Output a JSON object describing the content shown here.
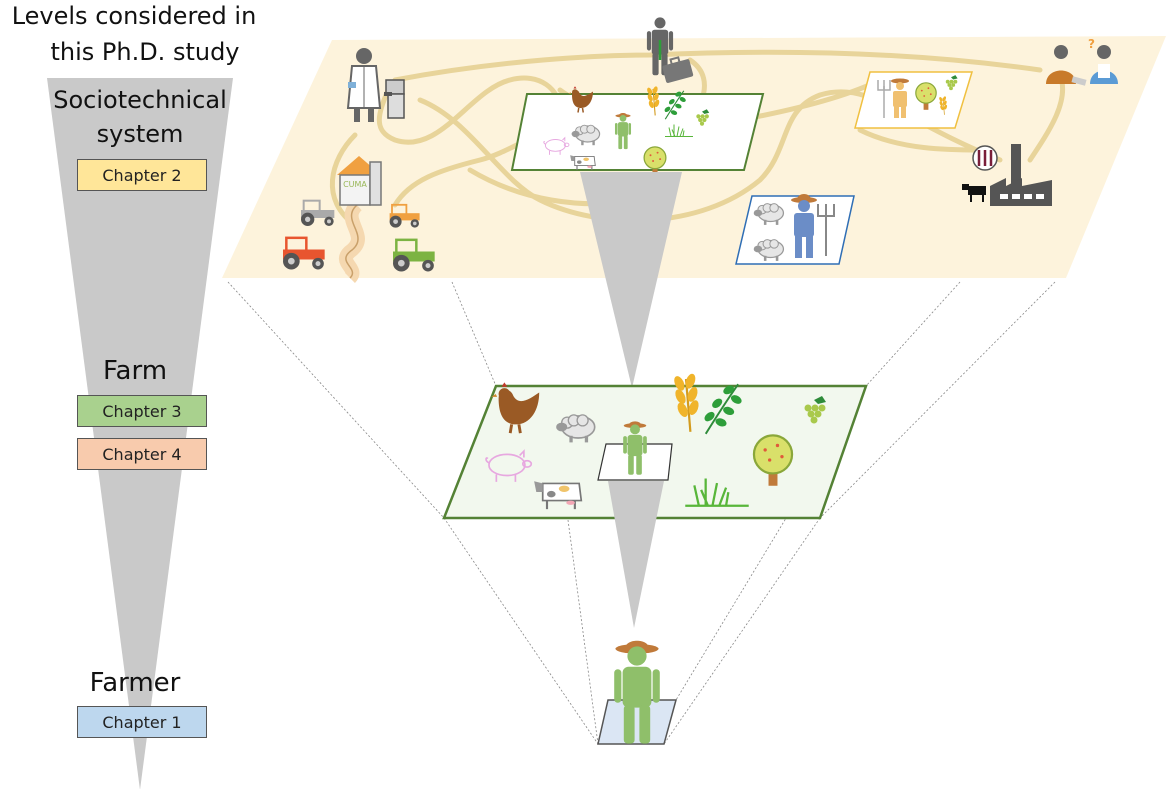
{
  "header": {
    "line1": "Levels considered in",
    "line2": "this Ph.D. study"
  },
  "levels": {
    "socio_line1": "Sociotechnical",
    "socio_line2": "system",
    "farm": "Farm",
    "farmer": "Farmer"
  },
  "chapters": {
    "ch2": "Chapter 2",
    "ch3": "Chapter 3",
    "ch4": "Chapter 4",
    "ch1": "Chapter 1"
  },
  "farm_building_label": "CUMA",
  "colors": {
    "chapter2": "#ffe699",
    "chapter3": "#a9d18e",
    "chapter4": "#f8cbad",
    "chapter1": "#bdd7ee",
    "funnel": "#c9c9c9",
    "socio_plane": "#fdf3dc",
    "road": "#e8d49a",
    "farm_border": "#548235",
    "farm_fill": "#f2f8ee",
    "farmer_green": "#8fbf6a",
    "hat_brown": "#c07a3a",
    "grey_person": "#666666"
  },
  "icons": [
    "scientist-icon",
    "lab-machine-icon",
    "advisor-icon",
    "briefcase-icon",
    "consultation-icon",
    "question-icon",
    "tractor-icon",
    "cuma-building-icon",
    "chicken-icon",
    "sheep-icon",
    "pig-icon",
    "cow-icon",
    "wheat-icon",
    "legume-icon",
    "grape-icon",
    "tree-icon",
    "grass-icon",
    "farmer-icon",
    "pitchfork-icon",
    "factory-icon",
    "wine-icon"
  ]
}
